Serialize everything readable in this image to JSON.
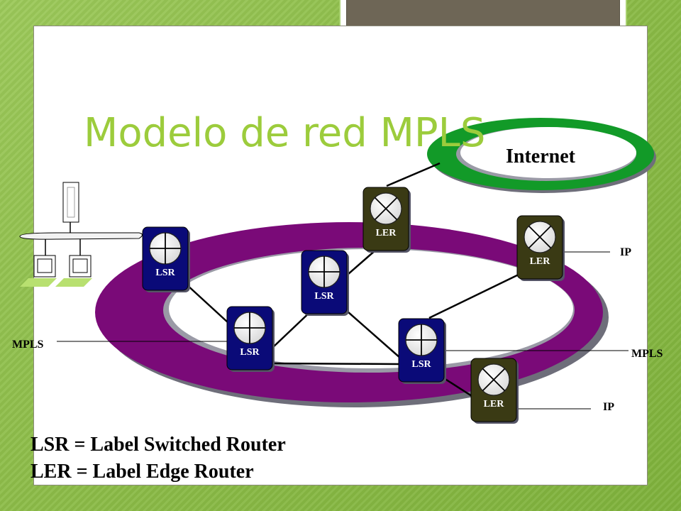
{
  "slide": {
    "title": "Modelo de red MPLS",
    "internet_label": "Internet",
    "legend": [
      "LSR = Label Switched Router",
      "LER = Label Edge Router"
    ]
  },
  "routers": [
    {
      "id": "lsr-1",
      "kind": "LSR",
      "label": "LSR"
    },
    {
      "id": "lsr-2",
      "kind": "LSR",
      "label": "LSR"
    },
    {
      "id": "lsr-3",
      "kind": "LSR",
      "label": "LSR"
    },
    {
      "id": "lsr-4",
      "kind": "LSR",
      "label": "LSR"
    },
    {
      "id": "ler-1",
      "kind": "LER",
      "label": "LER"
    },
    {
      "id": "ler-2",
      "kind": "LER",
      "label": "LER"
    },
    {
      "id": "ler-3",
      "kind": "LER",
      "label": "LER"
    }
  ],
  "callouts": {
    "mpls_left": "MPLS",
    "mpls_right": "MPLS",
    "ip_top": "IP",
    "ip_bottom": "IP"
  },
  "colors": {
    "background": "#8cbc48",
    "title": "#9ccc3c",
    "mpls_ring": "#7a0a78",
    "internet_ring": "#129a28",
    "lsr": "#0a0a78",
    "ler": "#3a3a14"
  }
}
